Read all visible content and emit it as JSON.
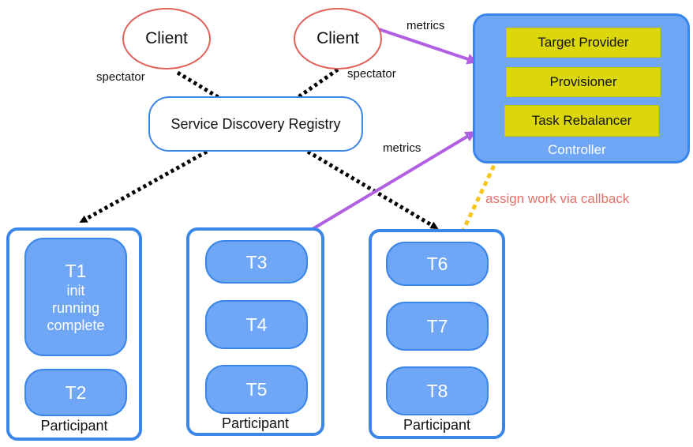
{
  "clients": [
    {
      "label": "Client"
    },
    {
      "label": "Client"
    }
  ],
  "edge_labels": {
    "spectator_left": "spectator",
    "spectator_right": "spectator",
    "metrics_top": "metrics",
    "metrics_mid": "metrics",
    "assign": "assign work via callback"
  },
  "registry": {
    "label": "Service Discovery Registry"
  },
  "controller": {
    "title": "Controller",
    "components": [
      "Target Provider",
      "Provisioner",
      "Task Rebalancer"
    ]
  },
  "participants": [
    {
      "title": "Participant",
      "tasks": [
        {
          "name": "T1",
          "states": [
            "init",
            "running",
            "complete"
          ]
        },
        {
          "name": "T2"
        }
      ]
    },
    {
      "title": "Participant",
      "tasks": [
        {
          "name": "T3"
        },
        {
          "name": "T4"
        },
        {
          "name": "T5"
        }
      ]
    },
    {
      "title": "Participant",
      "tasks": [
        {
          "name": "T6"
        },
        {
          "name": "T7"
        },
        {
          "name": "T8"
        }
      ]
    }
  ],
  "colors": {
    "client_border": "#e0605a",
    "blue_border": "#3a86e8",
    "blue_fill": "#6fa6f6",
    "yellow": "#dcd70b",
    "metrics_arrow": "#b060e0",
    "assign_arrow": "#f5c518",
    "assign_text": "#e4716b"
  }
}
